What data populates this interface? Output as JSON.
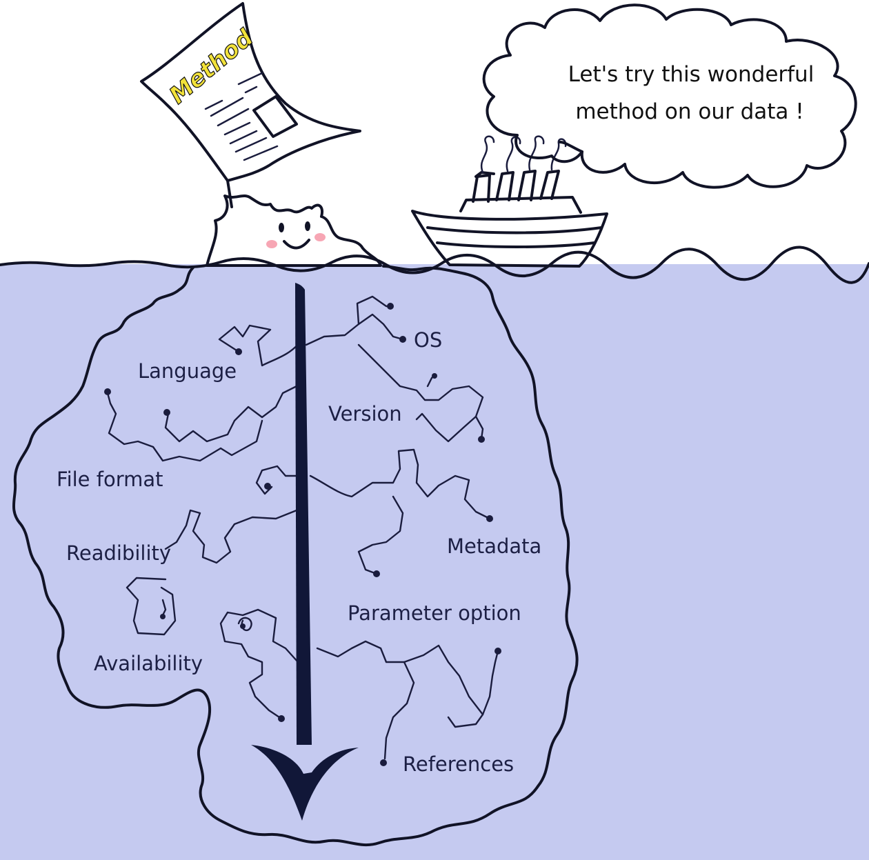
{
  "speech_bubble": {
    "line1": "Let's try this wonderful",
    "line2": "method on our data !"
  },
  "paper": {
    "title": "Method"
  },
  "iceberg_labels": {
    "language": "Language",
    "file_format": "File format",
    "readibility": "Readibility",
    "availability": "Availability",
    "os": "OS",
    "version": "Version",
    "metadata": "Metadata",
    "parameter_option": "Parameter option",
    "references": "References"
  },
  "colors": {
    "water": "#c5caf0",
    "ink": "#111326",
    "arrow": "#111738",
    "method_text": "#f2e23a",
    "cheeks": "#f7a6b4"
  }
}
